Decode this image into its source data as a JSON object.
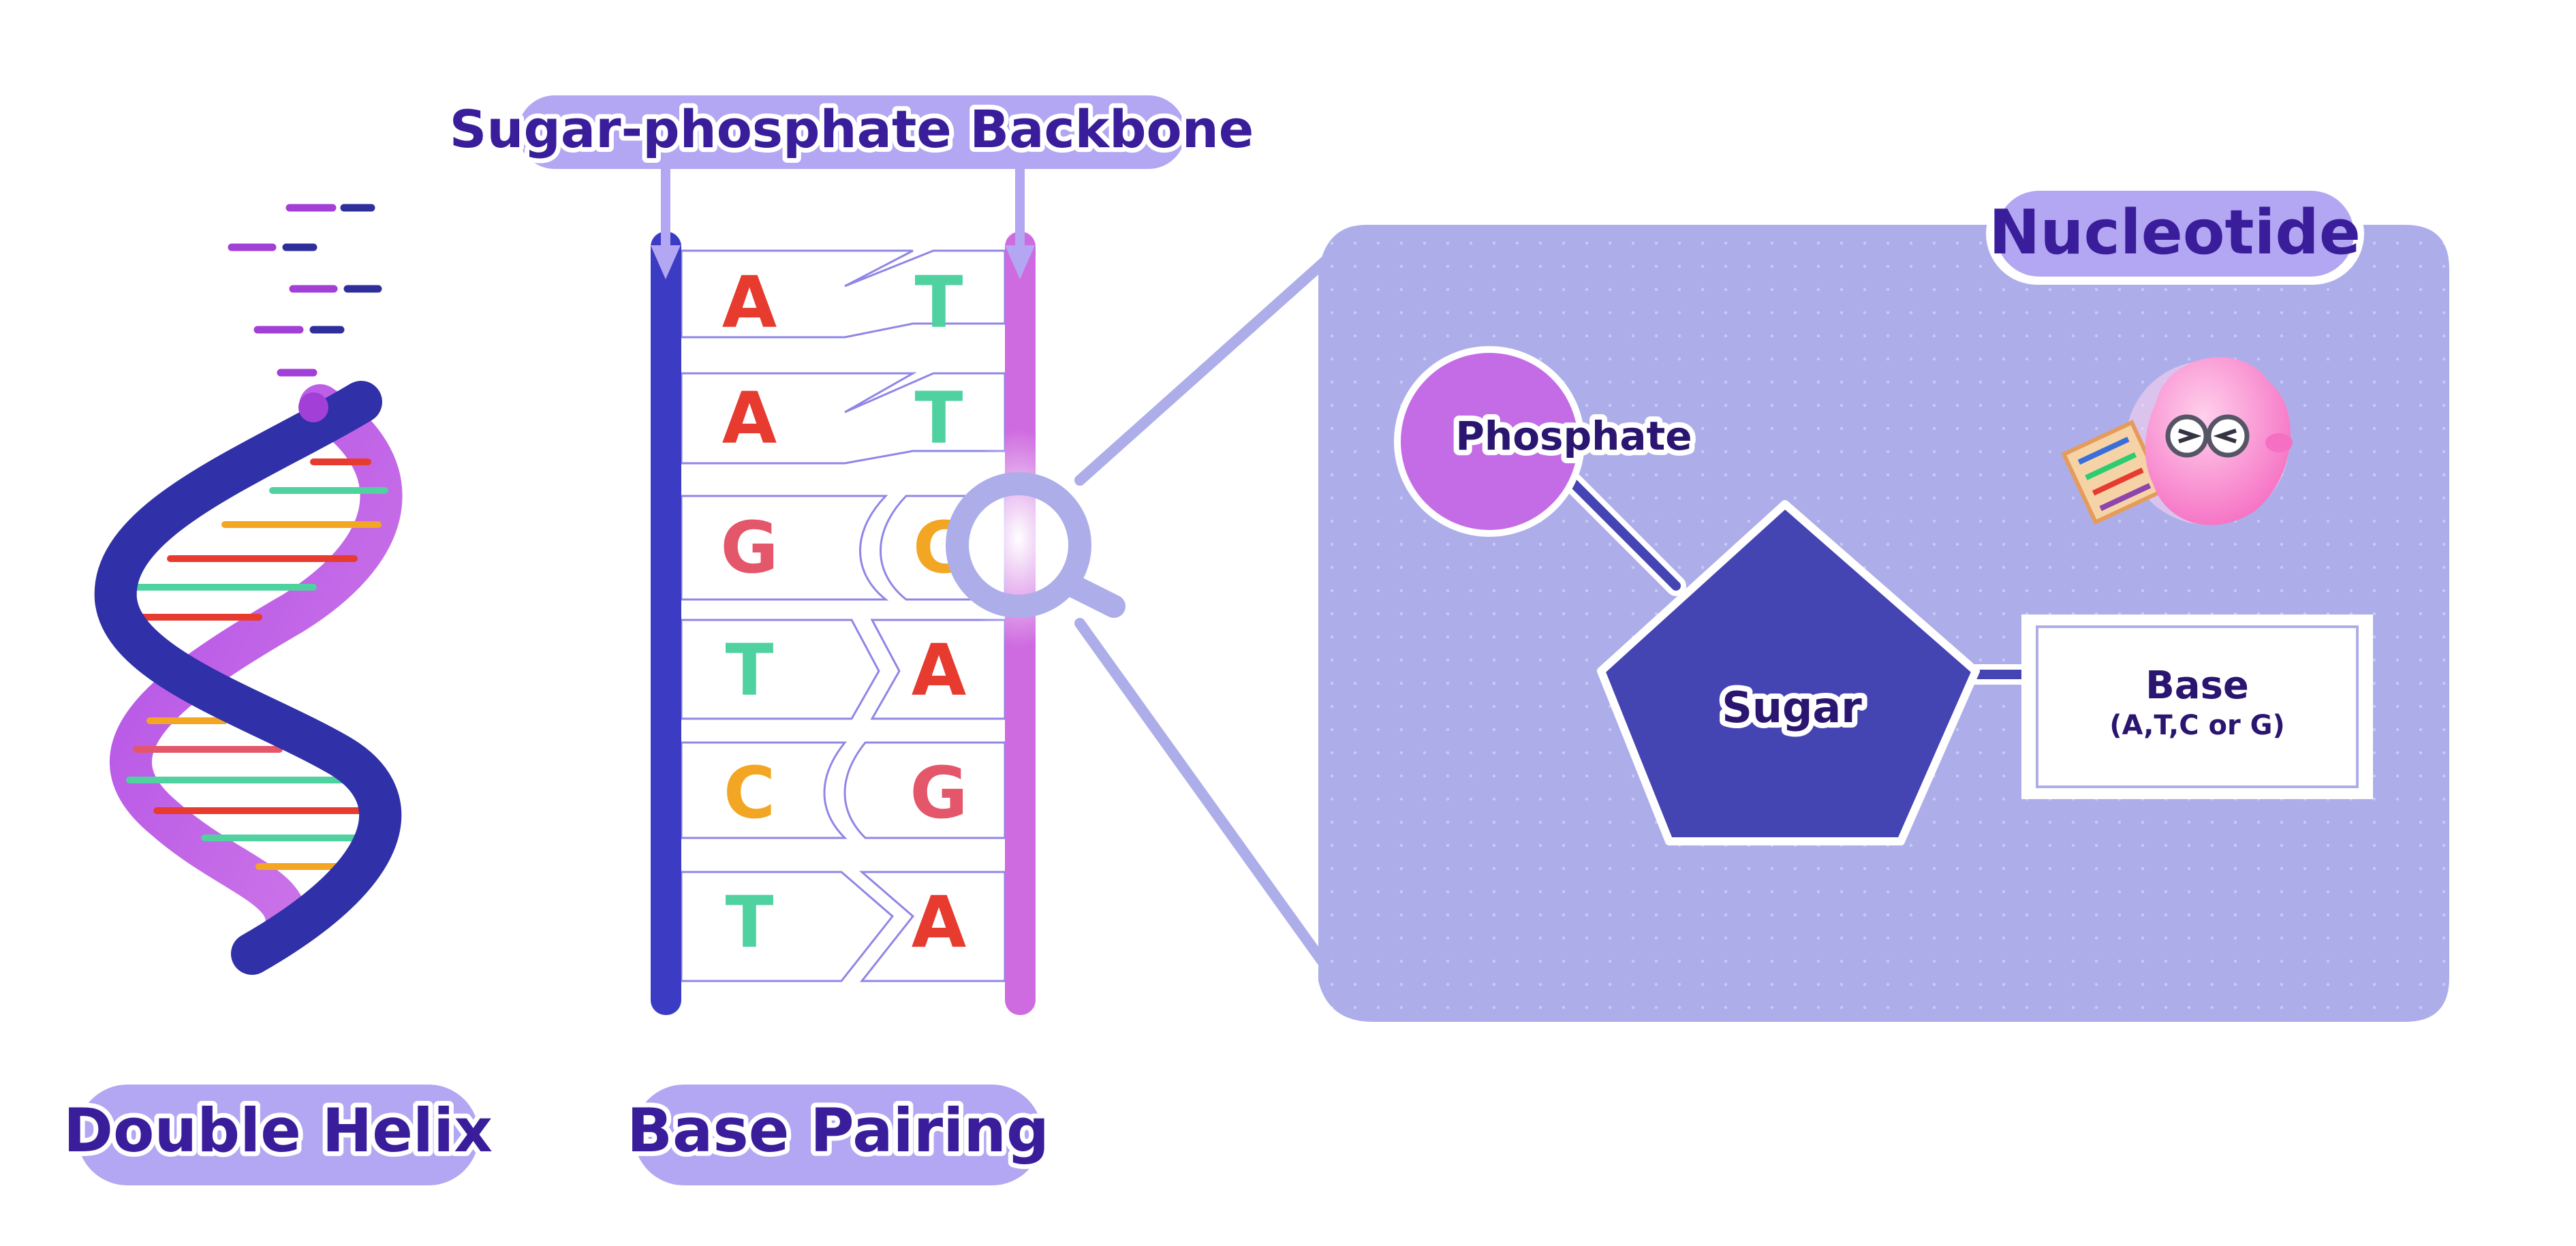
{
  "labels": {
    "backbone": "Sugar-phosphate Backbone",
    "double_helix": "Double Helix",
    "base_pairing": "Base Pairing",
    "nucleotide": "Nucleotide",
    "phosphate": "Phosphate",
    "sugar": "Sugar",
    "base": "Base",
    "base_options": "(A,T,C or G)"
  },
  "base_pairs": [
    {
      "left": "A",
      "right": "T"
    },
    {
      "left": "A",
      "right": "T"
    },
    {
      "left": "G",
      "right": "C"
    },
    {
      "left": "T",
      "right": "A"
    },
    {
      "left": "C",
      "right": "G"
    },
    {
      "left": "T",
      "right": "A"
    }
  ],
  "colors": {
    "A": "#e63b2e",
    "T": "#4fd1a0",
    "G": "#e4566a",
    "C": "#f2a623",
    "strand_left": "#3b3bc4",
    "strand_right": "#cf6be0",
    "panel": "#adaee9",
    "title_fill": "#b3a6f2",
    "title_text": "#3a1d9a",
    "sugar": "#4444b3",
    "phosphate": "#c46ce6"
  }
}
